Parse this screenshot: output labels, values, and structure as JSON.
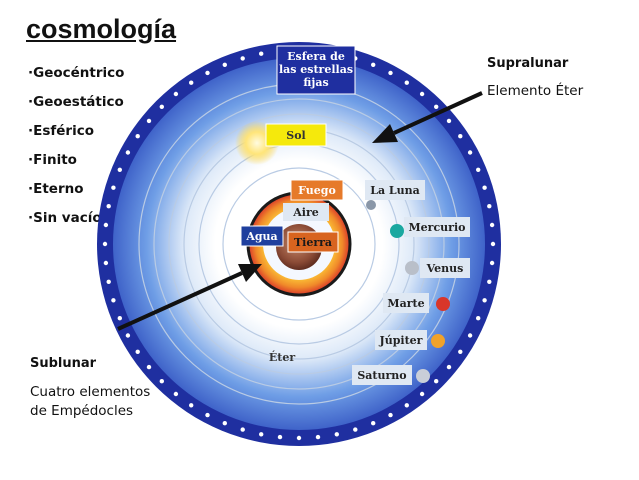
{
  "title": "cosmología",
  "properties": [
    "·Geocéntrico",
    "·Geoestático",
    "·Esférico",
    "·Finito",
    "·Eterno",
    "·Sin vacío"
  ],
  "supralunar": {
    "heading": "Supralunar",
    "text": "Elemento Éter"
  },
  "sublunar": {
    "heading": "Sublunar",
    "lines": [
      "Cuatro elementos",
      "de Empédocles"
    ]
  },
  "diagram": {
    "sphere_label": [
      "Esfera de",
      "las estrellas",
      "fijas"
    ],
    "sol": "Sol",
    "elements": {
      "fire": "Fuego",
      "air": "Aire",
      "water": "Agua",
      "earth": "Tierra"
    },
    "planets": [
      "La Luna",
      "Mercurio",
      "Venus",
      "Marte",
      "Júpiter",
      "Saturno"
    ],
    "eter": "Éter"
  },
  "colors": {
    "outer_ring": "#1f2fa0",
    "sky_blue": "#4d7fd6",
    "fire_red": "#d9362a",
    "label_box": "#dfe8f3",
    "sol_box": "#f5e90c",
    "fuego_box": "#e67a2a",
    "agua_box": "#1f3f9e"
  }
}
